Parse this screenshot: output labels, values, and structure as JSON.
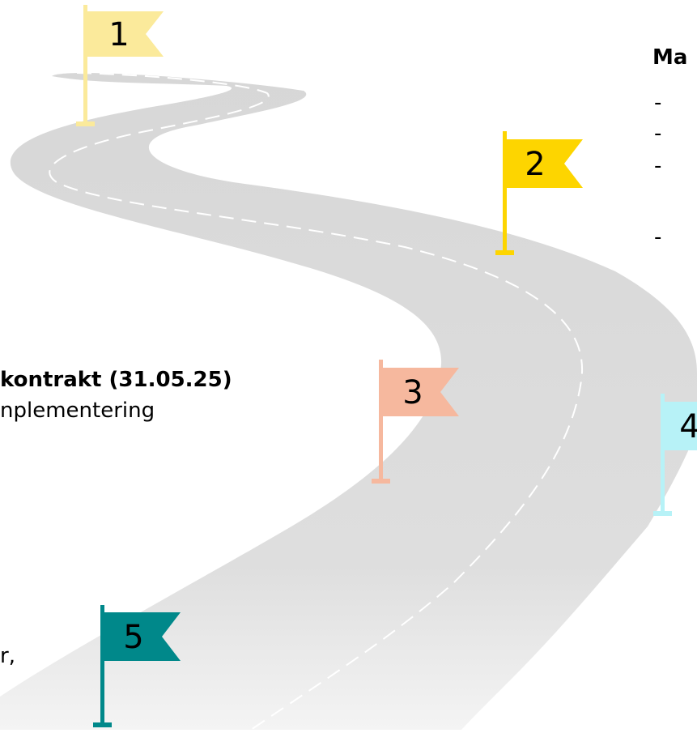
{
  "flags": [
    {
      "number": "1",
      "color": "#FBEA9B"
    },
    {
      "number": "2",
      "color": "#FDD500"
    },
    {
      "number": "3",
      "color": "#F6B89E"
    },
    {
      "number": "4",
      "color": "#B7F2F7"
    },
    {
      "number": "5",
      "color": "#00888A"
    }
  ],
  "road": {
    "color": "#DCDCDC",
    "dash_color": "#FFFFFF"
  },
  "text": {
    "right_heading": "Ma",
    "right_dashes": [
      "-",
      "-",
      "-",
      "-"
    ],
    "contract_title": "kontrakt (31.05.25)",
    "contract_sub": "nplementering",
    "bottom_fragment": "r,"
  }
}
